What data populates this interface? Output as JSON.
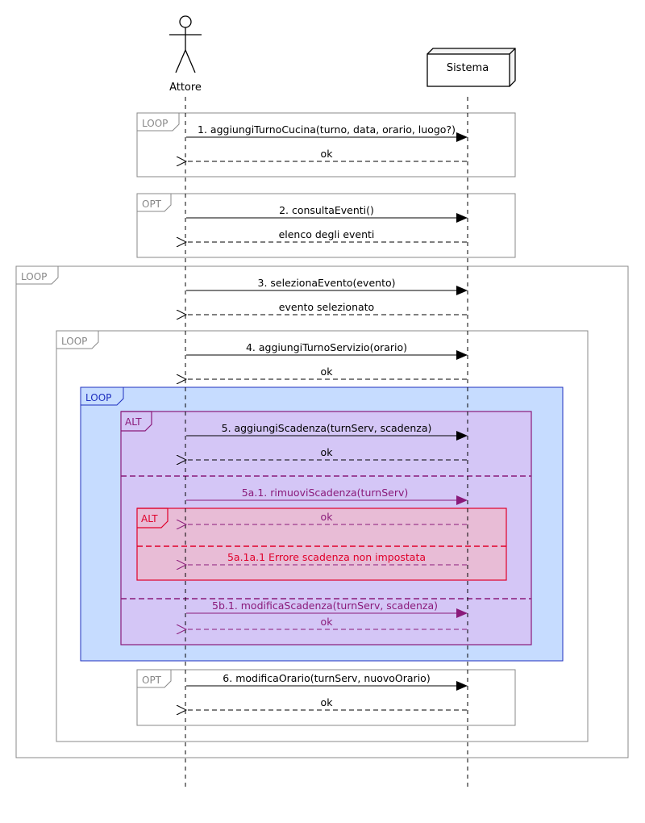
{
  "participants": {
    "actor": "Attore",
    "system": "Sistema"
  },
  "frames": {
    "loop_1": "LOOP",
    "opt_2": "OPT",
    "loop_outer": "LOOP",
    "loop_inner": "LOOP",
    "loop_blue": "LOOP",
    "alt_purple": "ALT",
    "alt_red": "ALT",
    "opt_6": "OPT"
  },
  "messages": {
    "m1": "1. aggiungiTurnoCucina(turno, data, orario, luogo?)",
    "r1": "ok",
    "m2": "2. consultaEventi()",
    "r2": "elenco degli eventi",
    "m3": "3. selezionaEvento(evento)",
    "r3": "evento selezionato",
    "m4": "4. aggiungiTurnoServizio(orario)",
    "r4": "ok",
    "m5": "5. aggiungiScadenza(turnServ, scadenza)",
    "r5": "ok",
    "m5a1": "5a.1. rimuoviScadenza(turnServ)",
    "r5a1": "ok",
    "r5a1a1": "5a.1a.1 Errore scadenza non impostata",
    "m5b1": "5b.1. modificaScadenza(turnServ, scadenza)",
    "r5b1": "ok",
    "m6": "6. modificaOrario(turnServ, nuovoOrario)",
    "r6": "ok"
  },
  "colors": {
    "default": "#000000",
    "frame_gray": "#888888",
    "blue_fill": "#c6dcff",
    "blue_stroke": "#1e2fbf",
    "purple_fill": "#d4c6f6",
    "purple_stroke": "#8a1a7a",
    "red_fill": "#e8bcd6",
    "red_stroke": "#e0002a"
  }
}
